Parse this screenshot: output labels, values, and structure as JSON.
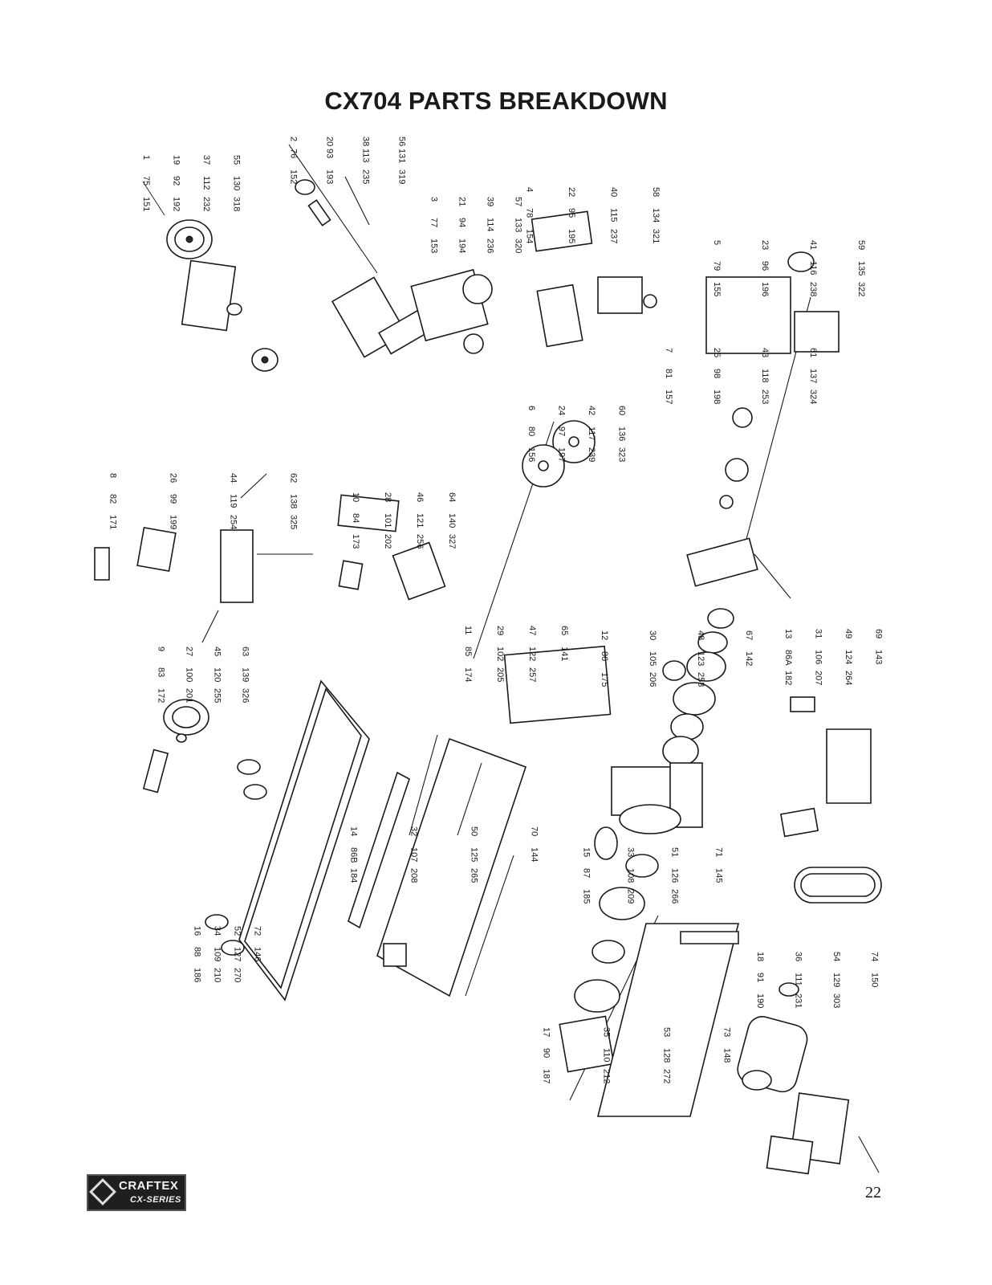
{
  "title": "CX704 PARTS BREAKDOWN",
  "page_number": "22",
  "logo": {
    "brand": "CRAFTEX",
    "series": "CX-SERIES"
  },
  "part_callouts": [
    "1",
    "2",
    "3",
    "4",
    "5",
    "6",
    "7",
    "8",
    "9",
    "10",
    "11",
    "12",
    "13",
    "14",
    "15",
    "16",
    "17",
    "18",
    "19",
    "20",
    "21",
    "22",
    "23",
    "24",
    "25",
    "26",
    "27",
    "28",
    "29",
    "30",
    "31",
    "32",
    "33",
    "34",
    "35",
    "36",
    "37",
    "38",
    "39",
    "40",
    "41",
    "42",
    "43",
    "44",
    "45",
    "46",
    "47",
    "48",
    "49",
    "50",
    "51",
    "52",
    "53",
    "54",
    "55",
    "56",
    "57",
    "58",
    "59",
    "60",
    "61",
    "62",
    "63",
    "64",
    "65",
    "67",
    "69",
    "70",
    "71",
    "72",
    "73",
    "74",
    "75",
    "76",
    "77",
    "78",
    "79",
    "80",
    "81",
    "82",
    "83",
    "84",
    "85",
    "86",
    "86A",
    "86B",
    "87",
    "88",
    "90",
    "91",
    "92",
    "93",
    "94",
    "95",
    "96",
    "97",
    "98",
    "99",
    "100",
    "101",
    "102",
    "105",
    "106",
    "107",
    "108",
    "109",
    "110",
    "111",
    "112",
    "113",
    "114",
    "115",
    "116",
    "117",
    "118",
    "119",
    "120",
    "121",
    "122",
    "123",
    "124",
    "125",
    "126",
    "127",
    "128",
    "129",
    "130",
    "131",
    "133",
    "134",
    "135",
    "136",
    "137",
    "138",
    "139",
    "140",
    "141",
    "142",
    "143",
    "144",
    "145",
    "146",
    "148",
    "150",
    "151",
    "152",
    "153",
    "154",
    "155",
    "156",
    "157",
    "171",
    "172",
    "173",
    "174",
    "175",
    "182",
    "184",
    "185",
    "186",
    "187",
    "190",
    "192",
    "193",
    "194",
    "195",
    "196",
    "197",
    "198",
    "199",
    "201",
    "202",
    "205",
    "206",
    "207",
    "208",
    "209",
    "210",
    "212",
    "231",
    "232",
    "235",
    "236",
    "237",
    "238",
    "239",
    "253",
    "254",
    "255",
    "256",
    "257",
    "258",
    "264",
    "265",
    "266",
    "270",
    "272",
    "303",
    "318",
    "319",
    "320",
    "321",
    "322",
    "323",
    "324",
    "325",
    "326",
    "327"
  ]
}
